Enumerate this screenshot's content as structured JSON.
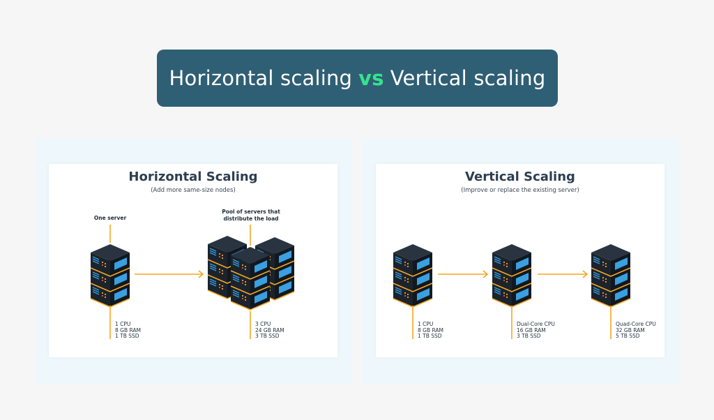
{
  "banner": {
    "left_text": "Horizontal scaling",
    "vs_text": "vs",
    "right_text": "Vertical scaling"
  },
  "horizontal": {
    "title": "Horizontal Scaling",
    "subtitle": "(Add more same-size nodes)",
    "one_server_label": "One server",
    "pool_label_line1": "Pool of servers that",
    "pool_label_line2": "distribute the load",
    "single_specs": [
      "1 CPU",
      "8 GB RAM",
      "1 TB SSD"
    ],
    "pool_specs": [
      "3 CPU",
      "24 GB RAM",
      "3 TB SSD"
    ]
  },
  "vertical": {
    "title": "Vertical Scaling",
    "subtitle": "(Improve or replace the existing server)",
    "stage1_specs": [
      "1 CPU",
      "8 GB RAM",
      "1 TB SSD"
    ],
    "stage2_specs": [
      "Dual-Core CPU",
      "16 GB RAM",
      "3 TB SSD"
    ],
    "stage3_specs": [
      "Quad-Core CPU",
      "32 GB RAM",
      "5 TB SSD"
    ]
  },
  "colors": {
    "banner_bg": "#2f5f74",
    "accent_green": "#35e38e",
    "arrow_orange": "#f5a623",
    "server_dark": "#1c2530",
    "screen_blue": "#3aa0e0"
  },
  "icons": [
    "server-rack-icon",
    "arrow-right-icon"
  ]
}
